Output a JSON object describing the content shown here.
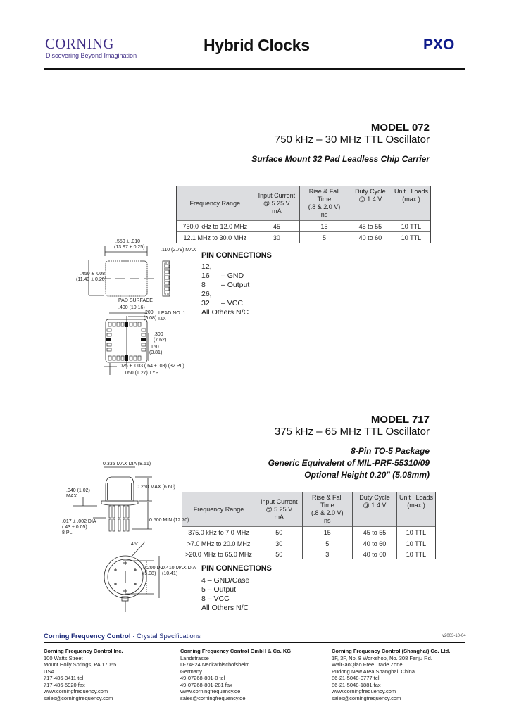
{
  "header": {
    "logo_word": "CORNING",
    "logo_tagline": "Discovering Beyond Imagination",
    "title": "Hybrid Clocks",
    "series_code": "PXO",
    "colors": {
      "logo": "#3f2d86",
      "series_code": "#0d1a8a",
      "table_header": "#dcdde0"
    }
  },
  "model_072": {
    "title": "MODEL 072",
    "subtitle": "750 kHz – 30 MHz TTL Oscillator",
    "package": "Surface Mount 32 Pad Leadless Chip Carrier",
    "table": {
      "headers": [
        [
          "Frequency Range"
        ],
        [
          "Input Current",
          "@ 5.25 V",
          "mA"
        ],
        [
          "Rise & Fall Time",
          "(.8 & 2.0 V)",
          "ns"
        ],
        [
          "Duty Cycle",
          "@ 1.4 V"
        ],
        [
          "Unit   Loads",
          "(max.)"
        ]
      ],
      "rows": [
        [
          "750.0 kHz to 12.0 MHz",
          "45",
          "15",
          "45 to 55",
          "10 TTL"
        ],
        [
          "12.1 MHz to 30.0 MHz",
          "30",
          "5",
          "40 to 60",
          "10 TTL"
        ]
      ]
    },
    "pins": {
      "title": "PIN CONNECTIONS",
      "lines": [
        {
          "pin": "12, 16",
          "fn": "– GND"
        },
        {
          "pin": "8",
          "fn": "– Output"
        },
        {
          "pin": "26, 32",
          "fn": "– VCC"
        },
        {
          "pin": "All Others N/C",
          "fn": ""
        }
      ]
    },
    "drawing": {
      "top_width": ".550 ± .010",
      "top_width_mm": "(13.97 ± 0.25)",
      "side_height": ".450 ± .008",
      "side_height_mm": "(11.43 ± 0.20)",
      "thickness": ".110 (2.79) MAX",
      "pad_surface": "PAD SURFACE",
      "bottom_width": ".400 (10.16)",
      "pad_offset": ".200",
      "pad_offset_mm": "(5.08)",
      "lead_label": "LEAD NO. 1",
      "lead_label2": "I.D.",
      "pad_span": ".300",
      "pad_span_mm": "(7.62)",
      "pad_pitch": ".150",
      "pad_pitch_mm": "(3.81)",
      "pad_width": ".025 ± .003 (.64 ± .08) (32 PL)",
      "pad_spacing": ".050 (1.27) TYP."
    }
  },
  "model_717": {
    "title": "MODEL 717",
    "subtitle": "375 kHz – 65 MHz TTL Oscillator",
    "package_lines": [
      "8-Pin TO-5 Package",
      "Generic Equivalent of MIL-PRF-55310/09",
      "Optional Height 0.20\" (5.08mm)"
    ],
    "table": {
      "headers": [
        [
          "Frequency Range"
        ],
        [
          "Input Current",
          "@ 5.25 V",
          "mA"
        ],
        [
          "Rise & Fall Time",
          "(.8 & 2.0 V)",
          "ns"
        ],
        [
          "Duty Cycle",
          "@ 1.4 V"
        ],
        [
          "Unit   Loads",
          "(max.)"
        ]
      ],
      "rows": [
        [
          "375.0 kHz to 7.0 MHz",
          "50",
          "15",
          "45 to 55",
          "10 TTL"
        ],
        [
          ">7.0 MHz to 20.0 MHz",
          "30",
          "5",
          "40 to 60",
          "10 TTL"
        ],
        [
          ">20.0 MHz to 65.0 MHz",
          "50",
          "3",
          "40 to 60",
          "10 TTL"
        ]
      ]
    },
    "pins": {
      "title": "PIN CONNECTIONS",
      "lines": [
        "4 – GND/Case",
        "5 – Output",
        "8 – VCC",
        "All Others N/C"
      ]
    },
    "drawing": {
      "can_dia": "0.335 MAX DIA (8.51)",
      "flange": ".040 (1.02)",
      "flange2": "MAX",
      "body_height": "0.260 MAX (6.60)",
      "lead_dia": ".017 ± .002 DIA",
      "lead_dia_mm": "(.43 ± 0.05)",
      "lead_count": "8 PL",
      "lead_length": "0.500 MIN (12.70)",
      "angle": "45°",
      "circle_dia": "0.200 DC",
      "circle_dia_mm": "(5.08)",
      "outer_dia": "0.410 MAX DIA",
      "outer_dia_mm": "(10.41)"
    }
  },
  "footer": {
    "brand_bold": "Corning Frequency Control",
    "brand_rest": " · Crystal Specifications",
    "code": "v2003-10-04",
    "offices": [
      {
        "company": "Corning Frequency Control Inc.",
        "lines": [
          "100 Watts Street",
          "Mount Holly Springs, PA 17065",
          "USA",
          "717-486-3411 tel",
          "717-486-5920 fax",
          "www.corningfrequency.com",
          "sales@corningfrequency.com"
        ]
      },
      {
        "company": "Corning Frequency Control GmbH & Co. KG",
        "lines": [
          "Landstrasse",
          "D-74924 Neckarbischofsheim",
          "Germany",
          "49-07268-801-0 tel",
          "49-07268-801-281 fax",
          "www.corningfrequency.de",
          "sales@corningfrequency.de"
        ]
      },
      {
        "company": "Corning Frequency Control (Shanghai) Co. Ltd.",
        "lines": [
          "1F, 3F, No. 8 Workshop, No. 308 Fenju Rd.",
          "WaiGaoQiao Free Trade Zone",
          "Pudong New Area Shanghai, China",
          "86-21-5048-0777 tel",
          "86-21-5048-1881 fax",
          "www.corningfrequency.com",
          "sales@corningfrequency.com"
        ]
      }
    ]
  }
}
